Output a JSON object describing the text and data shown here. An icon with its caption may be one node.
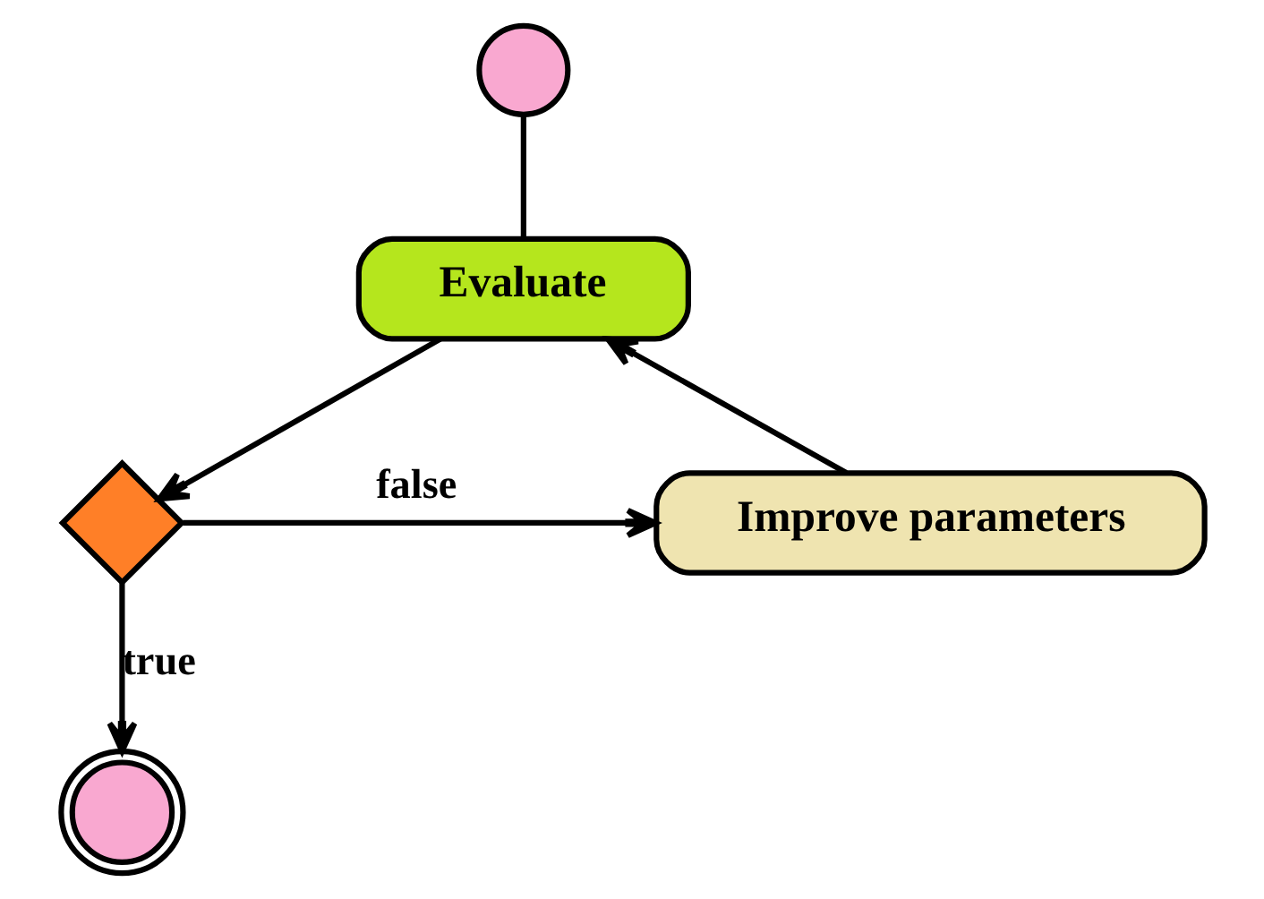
{
  "diagram": {
    "nodes": [
      {
        "text": [],
        "shape": "circle"
      },
      {
        "text": [
          "Evaluate"
        ]
      },
      {
        "text": [],
        "shape": "diamond"
      },
      {
        "text": [
          "Improve parameters"
        ]
      },
      {
        "text": [],
        "shape": "circle"
      }
    ],
    "edges": [
      {
        "from": 0,
        "to": 1,
        "arrow": "none"
      },
      {
        "from": 1,
        "to": 2,
        "arrow": "to"
      },
      {
        "from": 2,
        "to": 3,
        "arrow": "to",
        "label": "false"
      },
      {
        "from": 3,
        "to": 1,
        "arrow": "to"
      },
      {
        "from": 2,
        "to": 4,
        "arrow": "to",
        "label": "true"
      }
    ]
  }
}
